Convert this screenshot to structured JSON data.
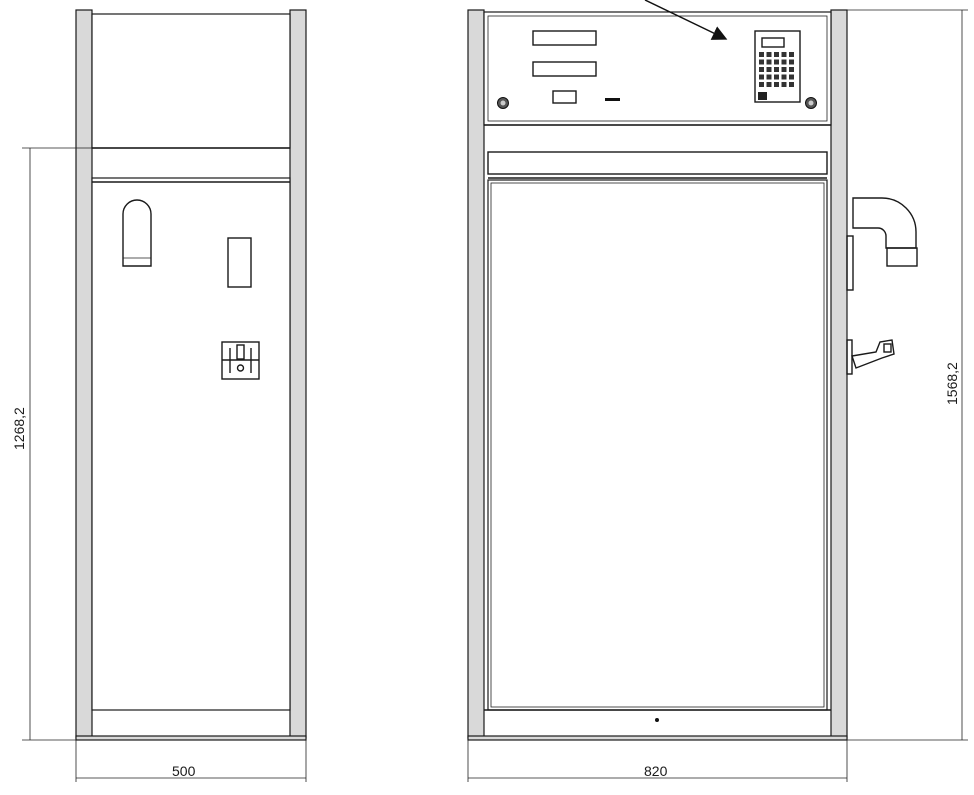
{
  "dimensions": {
    "side_width": "500",
    "front_width": "820",
    "side_height": "1268,2",
    "total_height": "1568,2"
  }
}
